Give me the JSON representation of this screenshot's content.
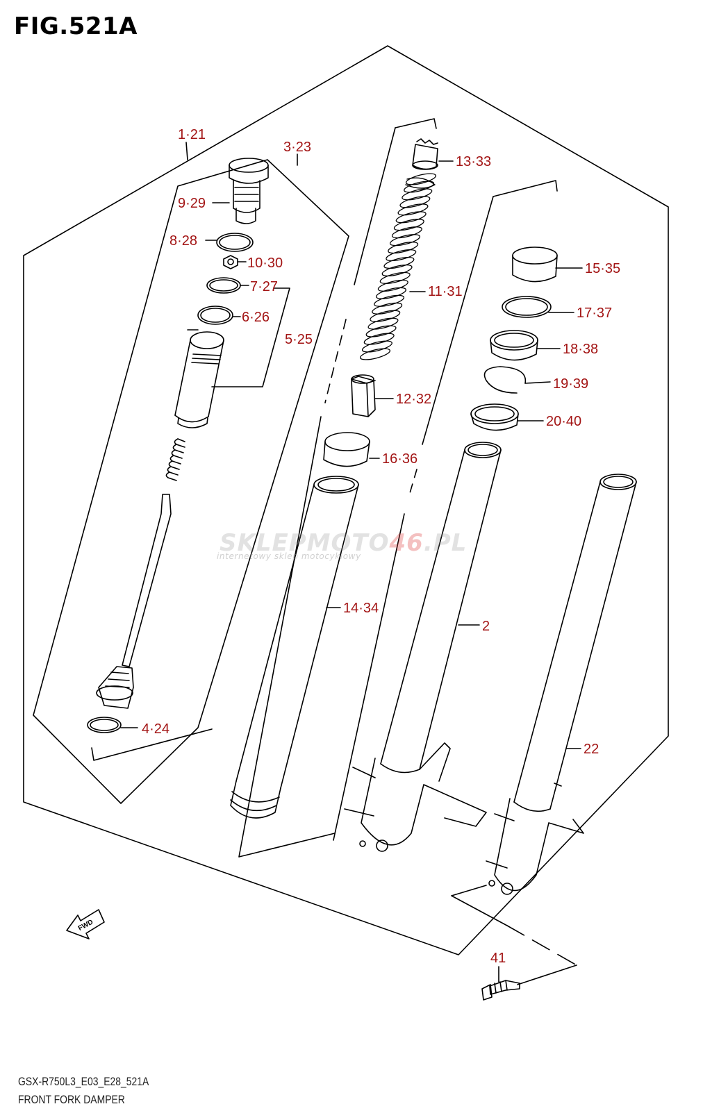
{
  "figure": {
    "title": "FIG.521A",
    "model_code": "GSX-R750L3_E03_E28_521A",
    "caption": "FRONT FORK DAMPER",
    "watermark_main": "SKLEPMOTO",
    "watermark_accent": "46",
    "watermark_suffix": ".PL",
    "watermark_sub": "internetowy sklep motocyklowy",
    "fwd_label": "FWD"
  },
  "callouts": [
    {
      "id": "1-21",
      "text": "1·21"
    },
    {
      "id": "3-23",
      "text": "3·23"
    },
    {
      "id": "9-29",
      "text": "9·29"
    },
    {
      "id": "8-28",
      "text": "8·28"
    },
    {
      "id": "10-30",
      "text": "10·30"
    },
    {
      "id": "7-27",
      "text": "7·27"
    },
    {
      "id": "6-26",
      "text": "6·26"
    },
    {
      "id": "5-25",
      "text": "5·25"
    },
    {
      "id": "4-24",
      "text": "4·24"
    },
    {
      "id": "13-33",
      "text": "13·33"
    },
    {
      "id": "11-31",
      "text": "11·31"
    },
    {
      "id": "12-32",
      "text": "12·32"
    },
    {
      "id": "16-36",
      "text": "16·36"
    },
    {
      "id": "14-34",
      "text": "14·34"
    },
    {
      "id": "2",
      "text": "2"
    },
    {
      "id": "15-35",
      "text": "15·35"
    },
    {
      "id": "17-37",
      "text": "17·37"
    },
    {
      "id": "18-38",
      "text": "18·38"
    },
    {
      "id": "19-39",
      "text": "19·39"
    },
    {
      "id": "20-40",
      "text": "20·40"
    },
    {
      "id": "22",
      "text": "22"
    },
    {
      "id": "41",
      "text": "41"
    }
  ],
  "colors": {
    "callout": "#a31515",
    "line": "#000000"
  }
}
